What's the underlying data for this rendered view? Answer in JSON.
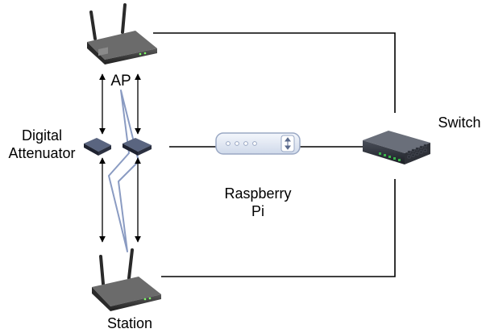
{
  "nodes": {
    "ap": {
      "label": "AP"
    },
    "station": {
      "label": "Station"
    },
    "attenuator": {
      "label_line1": "Digital",
      "label_line2": "Attenuator"
    },
    "raspberry_pi": {
      "label_line1": "Raspberry",
      "label_line2": "Pi"
    },
    "switch": {
      "label": "Switch"
    }
  },
  "colors": {
    "line": "#000000",
    "lightning_fill": "#ffffff",
    "lightning_stroke": "#8a9bc2",
    "router_body": "#3a3a3a",
    "attenuator_body": "#2b3040",
    "pi_body": "#dfe6f2",
    "pi_stroke": "#9aa8c4",
    "switch_body": "#2e3138",
    "switch_ports": "#39b54a"
  }
}
